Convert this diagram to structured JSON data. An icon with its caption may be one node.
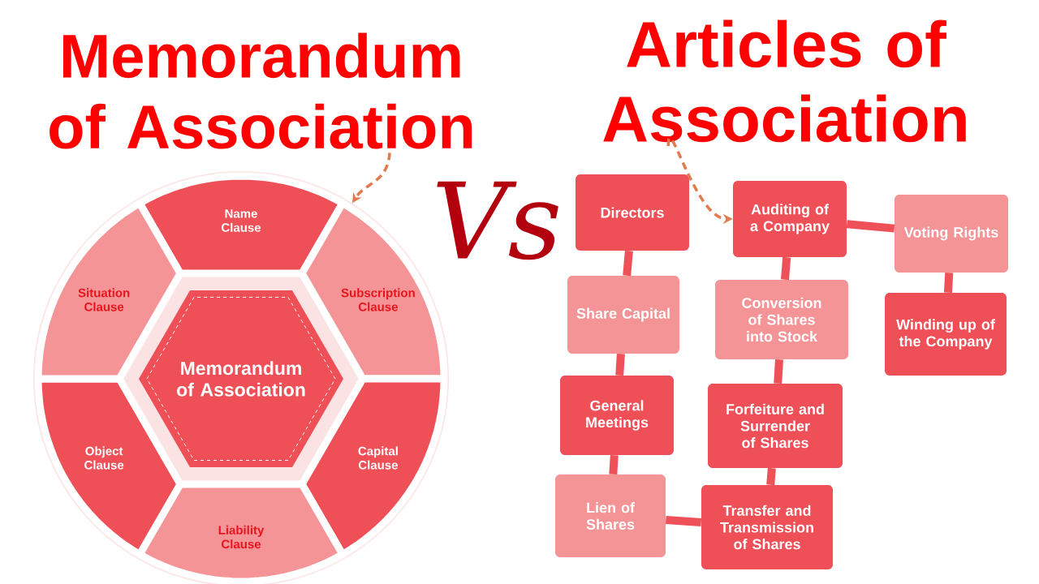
{
  "diagram": {
    "nodes": [
      {
        "text": [
          "Memorandum of Association"
        ]
      },
      {
        "text": [],
        "shape": "circle"
      },
      {
        "text": [
          "Name Clause"
        ],
        "in": 1
      },
      {
        "text": [
          "Subscription Clause"
        ],
        "in": 1
      },
      {
        "text": [
          "Capital Clause"
        ],
        "in": 1
      },
      {
        "text": [
          "Liability Clause"
        ],
        "in": 1
      },
      {
        "text": [
          "Object Clause"
        ],
        "in": 1
      },
      {
        "text": [
          "Situation Clause"
        ],
        "in": 1
      },
      {
        "text": [
          "Memorandum of Association"
        ],
        "in": 1
      },
      {
        "text": [
          "Articles of Association"
        ]
      },
      {
        "text": [
          "Directors"
        ]
      },
      {
        "text": [
          "Share Capital"
        ]
      },
      {
        "text": [
          "General Meetings"
        ]
      },
      {
        "text": [
          "Lien of Shares"
        ]
      },
      {
        "text": [
          "Auditing of a Company"
        ]
      },
      {
        "text": [
          "Conversion of Shares into Stock"
        ]
      },
      {
        "text": [
          "Forfeiture and Surrender of Shares"
        ]
      },
      {
        "text": [
          "Transfer and Transmission of Shares"
        ]
      },
      {
        "text": [
          "Voting Rights"
        ]
      },
      {
        "text": [
          "Winding up of the Company"
        ]
      }
    ],
    "edges": [
      {
        "from": 0,
        "to": 1,
        "arrow": "to",
        "style": "dashed",
        "color": "#e07b4f"
      },
      {
        "from": 9,
        "to": 14,
        "arrow": "to",
        "style": "dashed",
        "color": "#e07b4f"
      },
      {
        "from": 10,
        "to": 11,
        "arrow": "none"
      },
      {
        "from": 11,
        "to": 12,
        "arrow": "none"
      },
      {
        "from": 12,
        "to": 13,
        "arrow": "none"
      },
      {
        "from": 13,
        "to": 17,
        "arrow": "none"
      },
      {
        "from": 14,
        "to": 15,
        "arrow": "none"
      },
      {
        "from": 15,
        "to": 16,
        "arrow": "none"
      },
      {
        "from": 16,
        "to": 17,
        "arrow": "none"
      },
      {
        "from": 14,
        "to": 18,
        "arrow": "none"
      },
      {
        "from": 18,
        "to": 19,
        "arrow": "none"
      }
    ],
    "labels": [
      "Vs"
    ]
  }
}
